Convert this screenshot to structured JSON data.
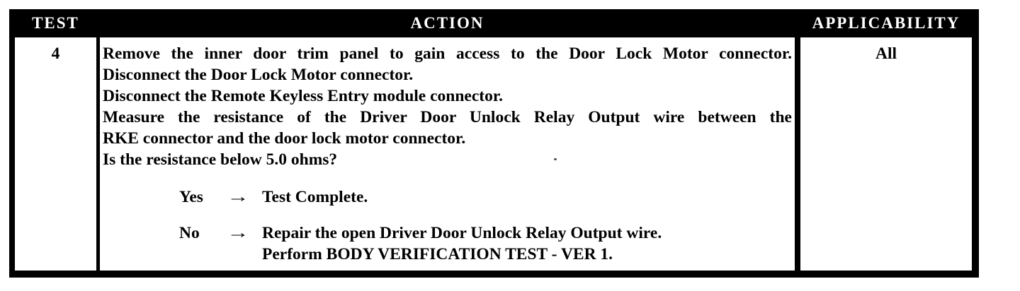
{
  "table": {
    "headers": {
      "test": "TEST",
      "action": "ACTION",
      "applicability": "APPLICABILITY"
    },
    "row": {
      "test_number": "4",
      "applicability": "All",
      "action_lines": [
        "Remove the inner door trim panel to gain access to the Door Lock Motor connector.",
        "Disconnect the Door Lock Motor connector.",
        "Disconnect the Remote Keyless Entry module connector.",
        "Measure the resistance of the Driver Door Unlock Relay Output wire between the",
        "RKE connector and the door lock motor connector.",
        "Is the resistance below 5.0 ohms?"
      ],
      "decisions": [
        {
          "label": "Yes",
          "arrow": "→",
          "lines": [
            "Test Complete."
          ]
        },
        {
          "label": "No",
          "arrow": "→",
          "lines": [
            "Repair the open Driver Door Unlock Relay Output wire.",
            "Perform BODY VERIFICATION TEST - VER 1."
          ]
        }
      ]
    },
    "colors": {
      "header_bg": "#000000",
      "header_text": "#ffffff",
      "body_bg": "#ffffff",
      "body_text": "#000000"
    }
  }
}
